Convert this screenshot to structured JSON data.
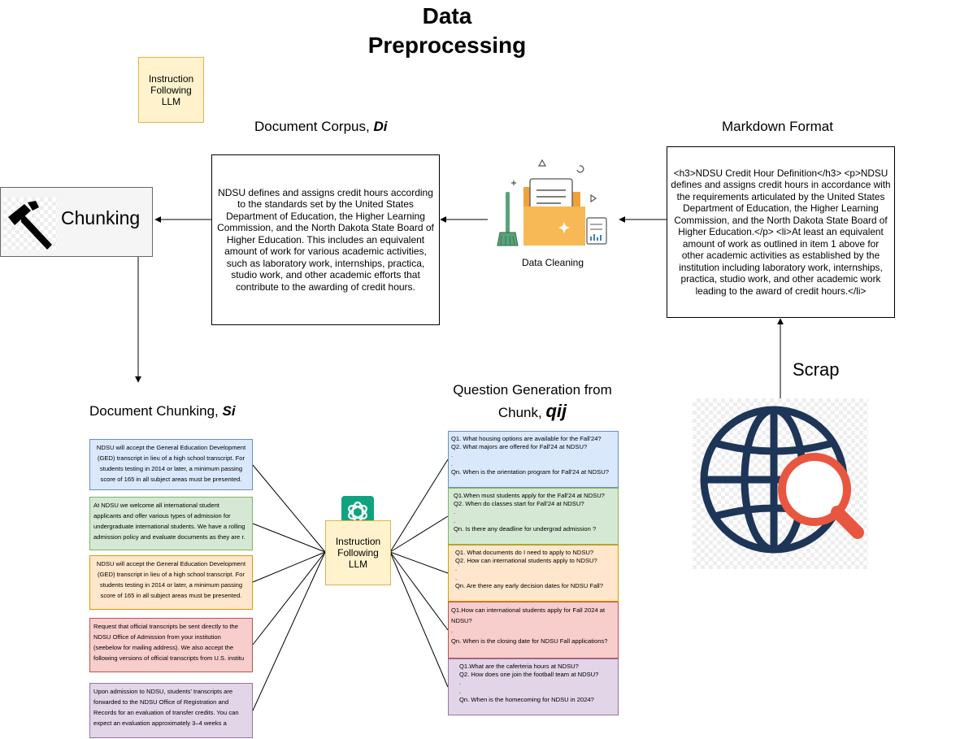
{
  "title_line1": "Data",
  "title_line2": "Preprocessing",
  "top_llm_label": [
    "Instruction",
    "Following",
    "LLM"
  ],
  "doc_corpus": {
    "caption": "Document Corpus, ",
    "symbol": "Di",
    "text": "NDSU defines and assigns credit hours according to the standards set by the United States Department of Education, the Higher Learning Commission, and the North Dakota State Board of Higher Education. This includes an equivalent amount of work for various academic activities, such as laboratory work, internships, practica, studio work, and other academic efforts that contribute to the awarding of credit hours."
  },
  "markdown": {
    "caption": "Markdown Format",
    "text": "<h3>NDSU Credit Hour Definition</h3> <p>NDSU defines and assigns credit hours in accordance with the requirements articulated by the United States Department of Education, the Higher Learning Commission, and the North Dakota State Board of Higher Education.</p> <li>At least an equivalent amount of work as outlined in item 1 above for other academic activities as established by the institution including laboratory work, internships, practica, studio work, and other academic work leading to the award of credit hours.</li>"
  },
  "data_cleaning_label": "Data Cleaning",
  "chunking_label": "Chunking",
  "scrap_label": "Scrap",
  "doc_chunking": {
    "caption": "Document Chunking, ",
    "symbol": "Si",
    "chunks": [
      "NDSU will accept the General Education Development (GED) transcript in lieu of a high school transcript. For students testing in 2014 or later, a minimum passing score of 165 in all subject areas must be presented.",
      "At NDSU we welcome all international student applicants and offer various types of admission for undergraduate international students. We have a rolling admission policy and evaluate documents as they are r.",
      "NDSU will accept the General Education Development (GED) transcript in lieu of a high school transcript. For students testing in 2014 or later, a minimum passing score of 165 in all subject areas must be presented.",
      "Request that official transcripts be sent directly to the NDSU Office of Admission from your institution (seebelow for mailing address). We also accept the following versions of official transcripts from U.S. institu",
      "Upon admission to NDSU, students' transcripts are forwarded to the NDSU Office of Registration and Records for an evaluation of transfer credits. You can expect an evaluation approximately 3–4 weeks a"
    ]
  },
  "mid_llm_label": [
    "Instruction",
    "Following",
    "LLM"
  ],
  "question_gen": {
    "caption_line1": "Question Generation from",
    "caption_line2": "Chunk, ",
    "symbol": "qij",
    "groups": [
      "Q1. What housing options are available for the Fall'24?\nQ2. What majors are offered for Fall'24 at NDSU?\n.\n.\nQn. When is the orientation program for Fall'24 at NDSU?",
      "Q1.When must students apply for the Fall'24 at NDSU?\nQ2. When do classes start for Fall'24 at NDSU?\n.\n.\nQn. Is there any deadline for undergrad admission ?",
      "Q1. What documents do I need to apply to NDSU?\nQ2. How can international students apply to NDSU?\n.\n.\nQn. Are there any early decision dates for NDSU Fall?",
      "Q1.How can international students apply for Fall 2024 at NDSU?\n.\nQn. When is the closing date for NDSU Fall applications?",
      "Q1.What are the caferteria hours at NDSU?\nQ2. How does one join the football team at NDSU?\n.\n.\nQn. When is the homecoming for NDSU in 2024?"
    ]
  },
  "colors": {
    "blue": "#dae8fc",
    "green": "#d5e8d4",
    "orange": "#ffe6cc",
    "red": "#f8cecc",
    "purple": "#e1d5e7",
    "llm_fill": "#fff2cc",
    "openai_green": "#10a37f",
    "globe": "#1d3557",
    "magnifier": "#e8563f"
  },
  "icons": [
    "hammer-icon",
    "data-cleaning-icon",
    "openai-logo-icon",
    "globe-search-icon"
  ]
}
